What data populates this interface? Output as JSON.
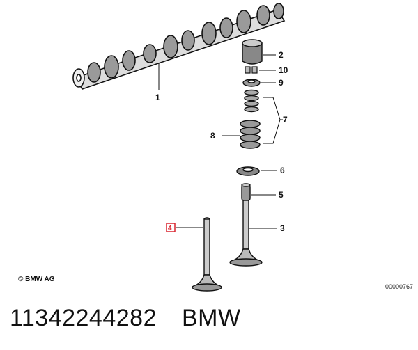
{
  "diagram": {
    "labels": {
      "l1": "1",
      "l2": "2",
      "l3": "3",
      "l4": "4",
      "l5": "5",
      "l6": "6",
      "l7": "7",
      "l8": "8",
      "l9": "9",
      "l10": "10"
    },
    "copyright": "© BMW AG",
    "drawing_code": "00000767",
    "highlight_color": "#d9232e"
  },
  "footer": {
    "part_number": "11342244282",
    "brand": "BMW"
  }
}
